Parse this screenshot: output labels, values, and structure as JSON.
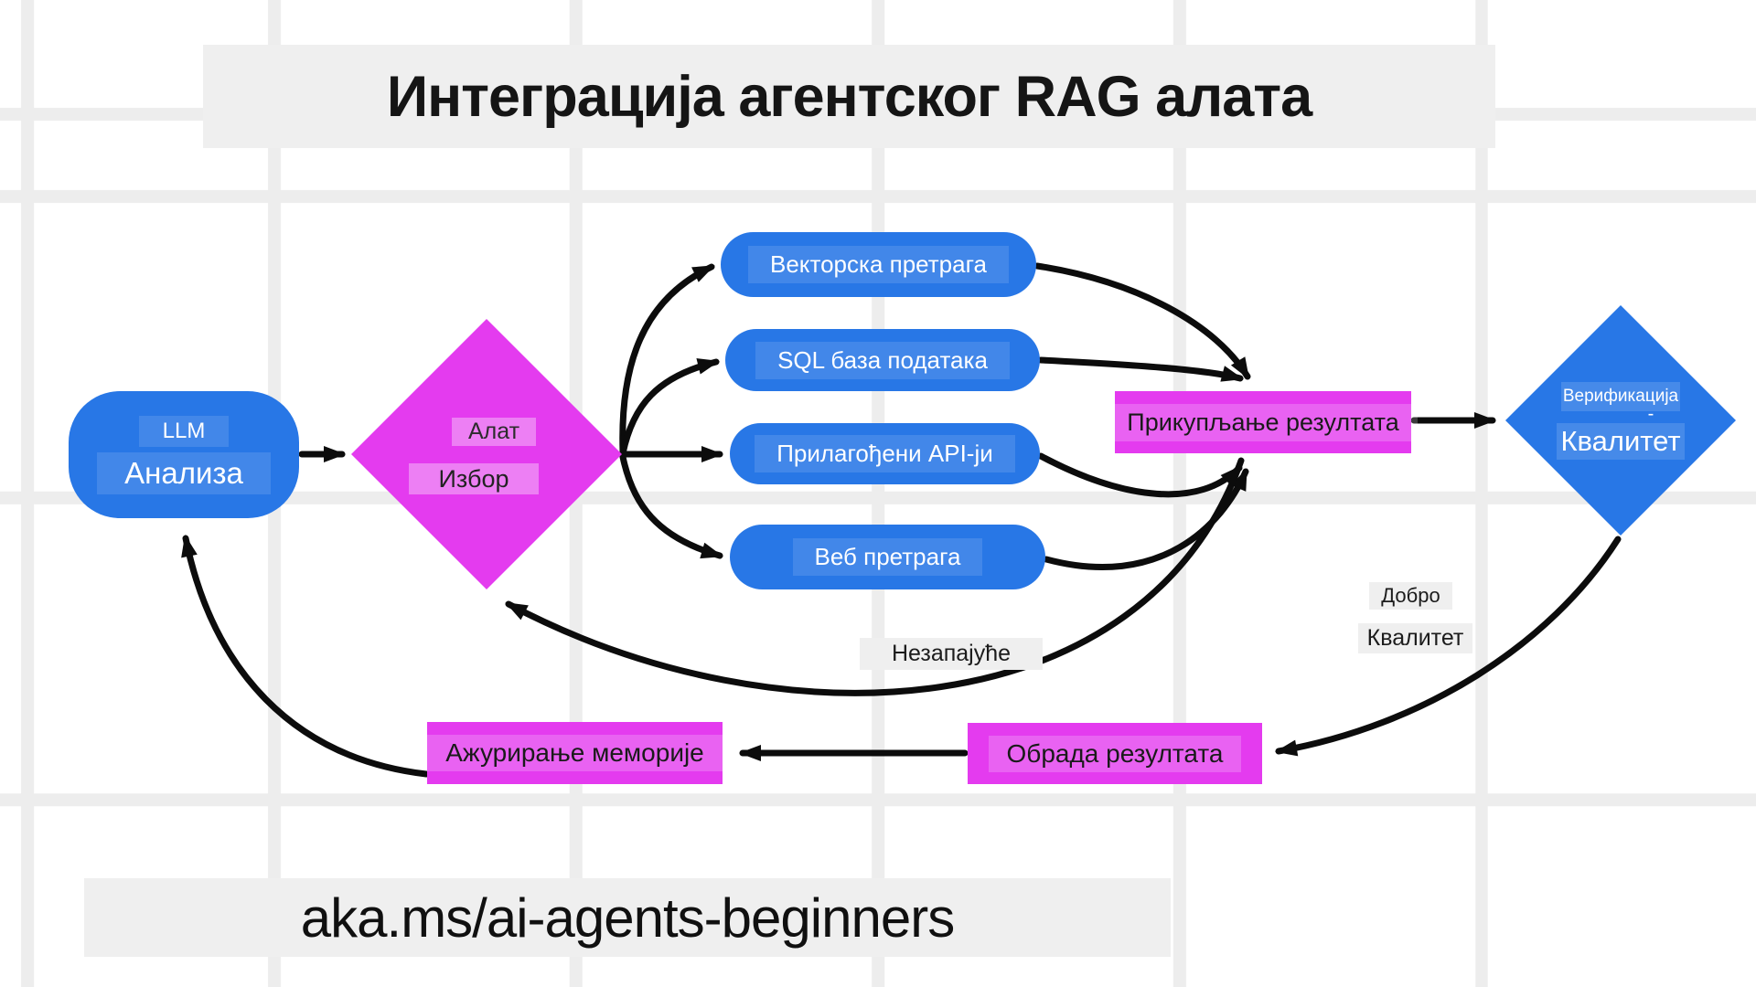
{
  "title": "Интеграција агентског RAG алата",
  "footer": "aka.ms/ai-agents-beginners",
  "colors": {
    "node_blue": "#2877E6",
    "node_magenta": "#E43BEF",
    "label_background": "#efefef",
    "arrow": "#0c0c0c",
    "grid_line": "#ededed"
  },
  "nodes": {
    "llm": {
      "tag": "LLM",
      "label": "Анализа"
    },
    "tool_select": {
      "line1": "Алат",
      "line2": "Избор"
    },
    "tools": [
      {
        "label": "Векторска претрага"
      },
      {
        "label": "SQL база података"
      },
      {
        "label": "Прилагођени API-ји"
      },
      {
        "label": "Веб претрага"
      }
    ],
    "collect": {
      "label": "Прикупљање резултата"
    },
    "verify": {
      "line1": "Верификација",
      "dash": "-",
      "line2": "Квалитет"
    },
    "process": {
      "label": "Обрада резултата"
    },
    "memory": {
      "label": "Ажурирање меморије"
    }
  },
  "edge_labels": {
    "good_quality_line1": "Добро",
    "good_quality_line2": "Квалитет",
    "unsatisfying": "Незапајуће"
  }
}
